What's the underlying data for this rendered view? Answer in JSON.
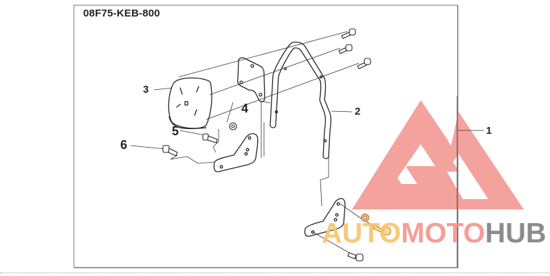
{
  "diagram": {
    "part_code": "08F75-KEB-800",
    "callouts": [
      {
        "number": "1",
        "part": "backrest-assembly"
      },
      {
        "number": "2",
        "part": "backrest-frame"
      },
      {
        "number": "3",
        "part": "backrest-pad"
      },
      {
        "number": "4",
        "part": "washer"
      },
      {
        "number": "5",
        "part": "bolt"
      },
      {
        "number": "6",
        "part": "flange-bolt"
      }
    ]
  },
  "watermark": {
    "logo_icon": "triangle-logo-icon",
    "text_part1": "AUTO",
    "text_part2": "MOTO",
    "text_part3": "HUB",
    "colors": {
      "triangle": "#f28b85",
      "auto": "#f9c46b",
      "moto": "#f4948d",
      "hub": "#8c8c8c"
    }
  },
  "colors": {
    "line": "#222222",
    "frame_border": "#7a7a7a"
  }
}
